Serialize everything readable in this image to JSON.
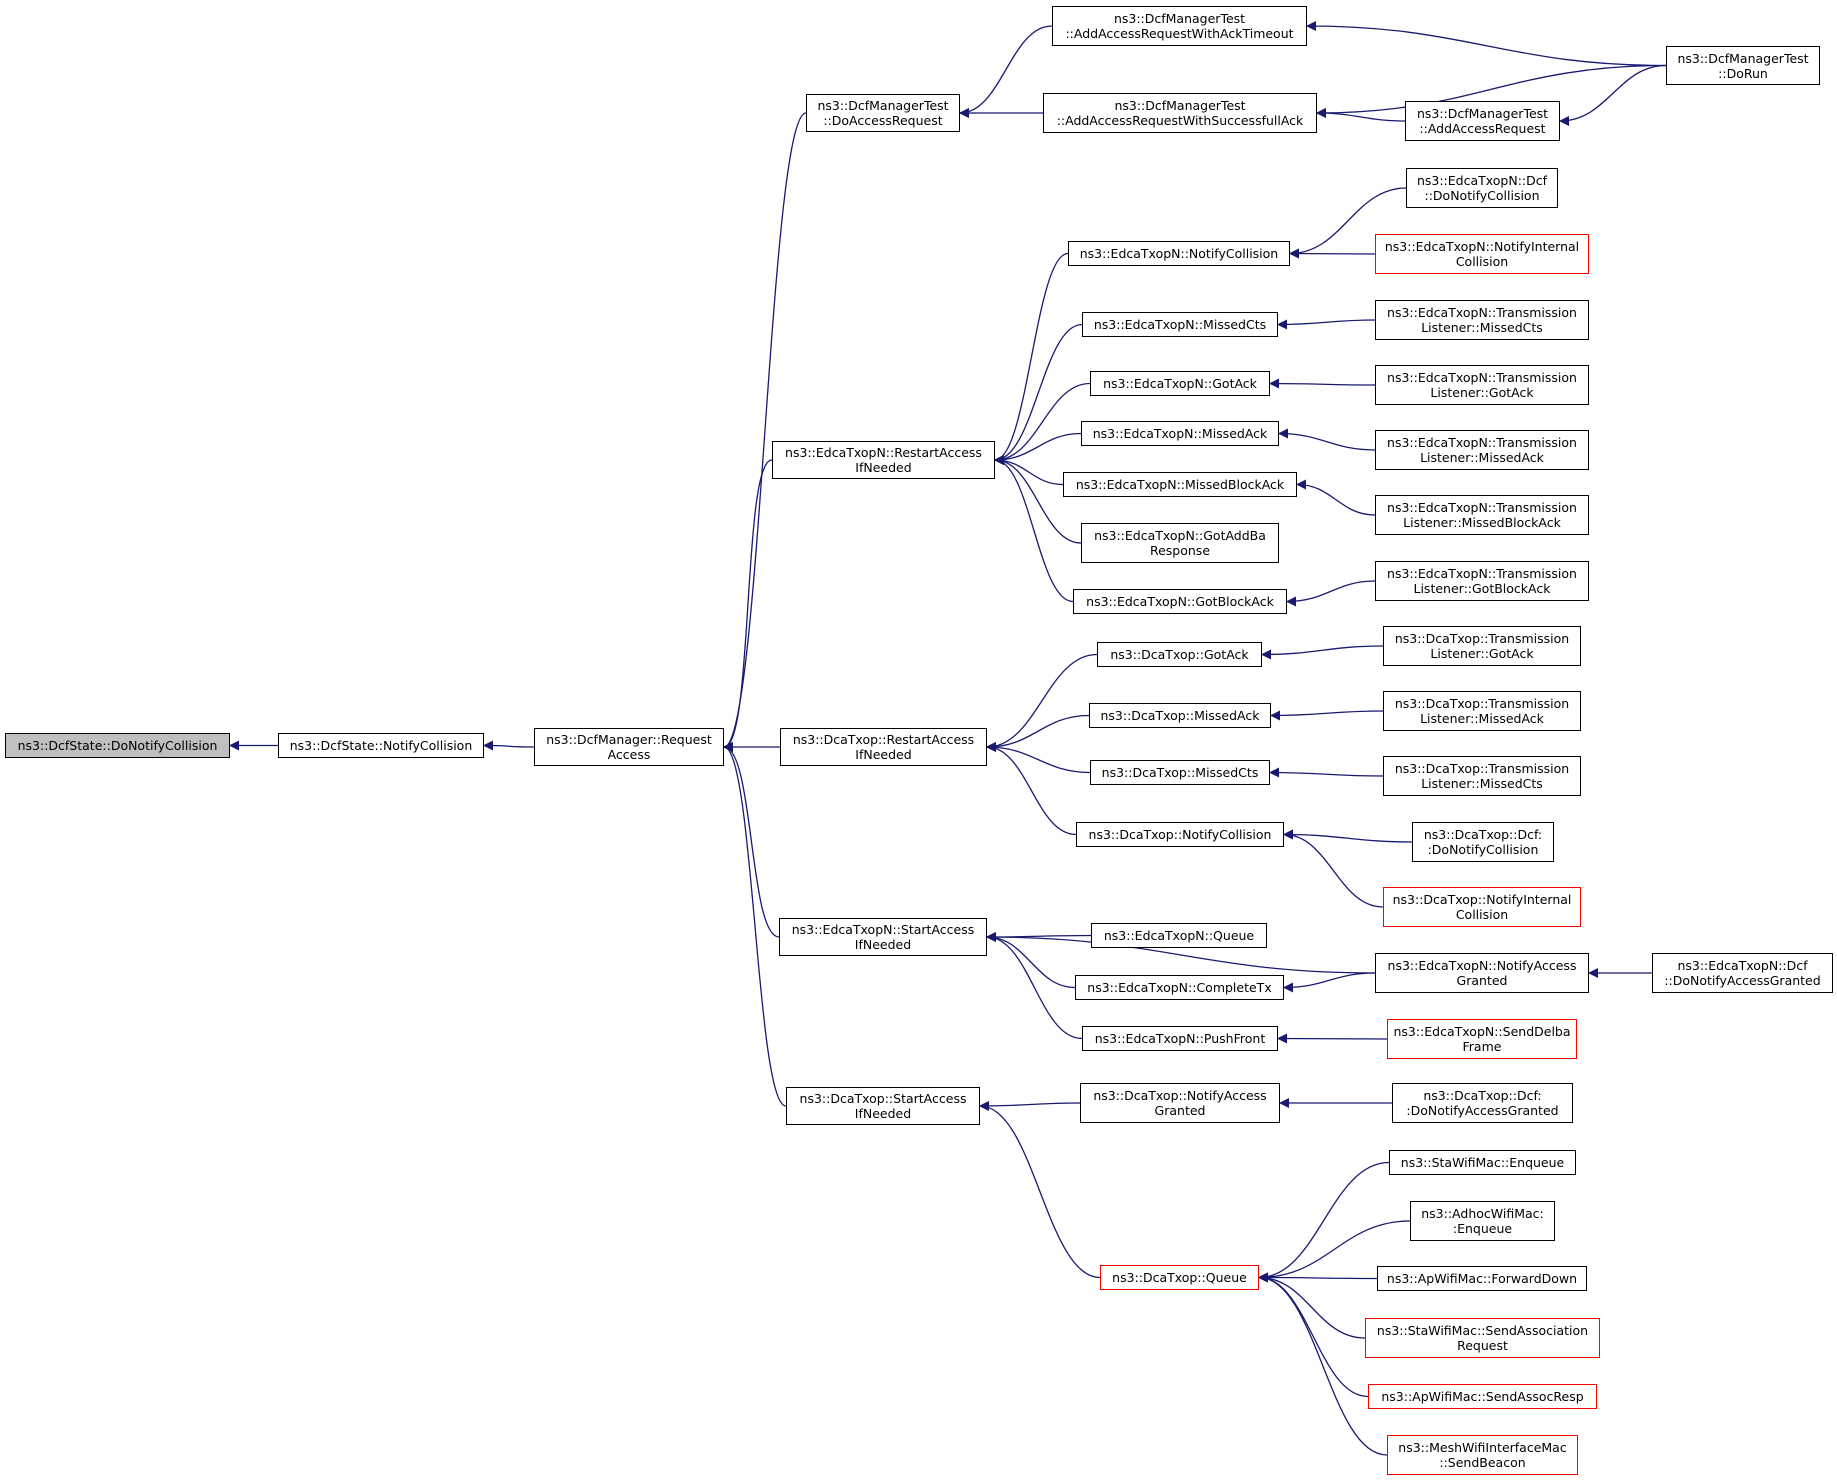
{
  "diagram": {
    "kind": "caller-graph",
    "colors": {
      "edge": "#191970",
      "node_border": "#000000",
      "truncated_border": "#ff0000",
      "root_fill": "#bfbfbf"
    },
    "nodes": {
      "n_root": {
        "lines": [
          "ns3::DcfState::DoNotifyCollision"
        ],
        "style": "grey"
      },
      "n_state_notify": {
        "lines": [
          "ns3::DcfState::NotifyCollision"
        ],
        "style": "normal"
      },
      "n_request_access": {
        "lines": [
          "ns3::DcfManager::Request",
          "Access"
        ],
        "style": "normal"
      },
      "n_test_doaccess": {
        "lines": [
          "ns3::DcfManagerTest",
          "::DoAccessRequest"
        ],
        "style": "normal"
      },
      "n_test_ackto": {
        "lines": [
          "ns3::DcfManagerTest",
          "::AddAccessRequestWithAckTimeout"
        ],
        "style": "normal"
      },
      "n_test_succack": {
        "lines": [
          "ns3::DcfManagerTest",
          "::AddAccessRequestWithSuccessfullAck"
        ],
        "style": "normal"
      },
      "n_test_addaccess": {
        "lines": [
          "ns3::DcfManagerTest",
          "::AddAccessRequest"
        ],
        "style": "normal"
      },
      "n_test_dorun": {
        "lines": [
          "ns3::DcfManagerTest",
          "::DoRun"
        ],
        "style": "normal"
      },
      "n_edca_restart": {
        "lines": [
          "ns3::EdcaTxopN::RestartAccess",
          "IfNeeded"
        ],
        "style": "normal"
      },
      "n_edca_notifycoll": {
        "lines": [
          "ns3::EdcaTxopN::NotifyCollision"
        ],
        "style": "normal"
      },
      "n_edca_dcf_donotify": {
        "lines": [
          "ns3::EdcaTxopN::Dcf",
          "::DoNotifyCollision"
        ],
        "style": "normal"
      },
      "n_edca_notifyinternal": {
        "lines": [
          "ns3::EdcaTxopN::NotifyInternal",
          "Collision"
        ],
        "style": "red"
      },
      "n_edca_missedcts": {
        "lines": [
          "ns3::EdcaTxopN::MissedCts"
        ],
        "style": "normal"
      },
      "n_edca_tl_missedcts": {
        "lines": [
          "ns3::EdcaTxopN::Transmission",
          "Listener::MissedCts"
        ],
        "style": "normal"
      },
      "n_edca_gotack": {
        "lines": [
          "ns3::EdcaTxopN::GotAck"
        ],
        "style": "normal"
      },
      "n_edca_tl_gotack": {
        "lines": [
          "ns3::EdcaTxopN::Transmission",
          "Listener::GotAck"
        ],
        "style": "normal"
      },
      "n_edca_missedack": {
        "lines": [
          "ns3::EdcaTxopN::MissedAck"
        ],
        "style": "normal"
      },
      "n_edca_tl_missedack": {
        "lines": [
          "ns3::EdcaTxopN::Transmission",
          "Listener::MissedAck"
        ],
        "style": "normal"
      },
      "n_edca_missedblockack": {
        "lines": [
          "ns3::EdcaTxopN::MissedBlockAck"
        ],
        "style": "normal"
      },
      "n_edca_tl_missedblockack": {
        "lines": [
          "ns3::EdcaTxopN::Transmission",
          "Listener::MissedBlockAck"
        ],
        "style": "normal"
      },
      "n_edca_gotaddba": {
        "lines": [
          "ns3::EdcaTxopN::GotAddBa",
          "Response"
        ],
        "style": "normal"
      },
      "n_edca_gotblockack": {
        "lines": [
          "ns3::EdcaTxopN::GotBlockAck"
        ],
        "style": "normal"
      },
      "n_edca_tl_gotblockack": {
        "lines": [
          "ns3::EdcaTxopN::Transmission",
          "Listener::GotBlockAck"
        ],
        "style": "normal"
      },
      "n_dca_restart": {
        "lines": [
          "ns3::DcaTxop::RestartAccess",
          "IfNeeded"
        ],
        "style": "normal"
      },
      "n_dca_gotack": {
        "lines": [
          "ns3::DcaTxop::GotAck"
        ],
        "style": "normal"
      },
      "n_dca_tl_gotack": {
        "lines": [
          "ns3::DcaTxop::Transmission",
          "Listener::GotAck"
        ],
        "style": "normal"
      },
      "n_dca_missedack": {
        "lines": [
          "ns3::DcaTxop::MissedAck"
        ],
        "style": "normal"
      },
      "n_dca_tl_missedack": {
        "lines": [
          "ns3::DcaTxop::Transmission",
          "Listener::MissedAck"
        ],
        "style": "normal"
      },
      "n_dca_missedcts": {
        "lines": [
          "ns3::DcaTxop::MissedCts"
        ],
        "style": "normal"
      },
      "n_dca_tl_missedcts": {
        "lines": [
          "ns3::DcaTxop::Transmission",
          "Listener::MissedCts"
        ],
        "style": "normal"
      },
      "n_dca_notifycoll": {
        "lines": [
          "ns3::DcaTxop::NotifyCollision"
        ],
        "style": "normal"
      },
      "n_dca_dcf_donotify": {
        "lines": [
          "ns3::DcaTxop::Dcf:",
          ":DoNotifyCollision"
        ],
        "style": "normal"
      },
      "n_dca_notifyinternal": {
        "lines": [
          "ns3::DcaTxop::NotifyInternal",
          "Collision"
        ],
        "style": "red"
      },
      "n_edca_startaccess": {
        "lines": [
          "ns3::EdcaTxopN::StartAccess",
          "IfNeeded"
        ],
        "style": "normal"
      },
      "n_edca_queue": {
        "lines": [
          "ns3::EdcaTxopN::Queue"
        ],
        "style": "normal"
      },
      "n_edca_completetx": {
        "lines": [
          "ns3::EdcaTxopN::CompleteTx"
        ],
        "style": "normal"
      },
      "n_edca_pushfront": {
        "lines": [
          "ns3::EdcaTxopN::PushFront"
        ],
        "style": "normal"
      },
      "n_edca_notifyaccess": {
        "lines": [
          "ns3::EdcaTxopN::NotifyAccess",
          "Granted"
        ],
        "style": "normal"
      },
      "n_edca_dcf_donotifyaccess": {
        "lines": [
          "ns3::EdcaTxopN::Dcf",
          "::DoNotifyAccessGranted"
        ],
        "style": "normal"
      },
      "n_edca_senddelba": {
        "lines": [
          "ns3::EdcaTxopN::SendDelba",
          "Frame"
        ],
        "style": "red"
      },
      "n_dca_startaccess": {
        "lines": [
          "ns3::DcaTxop::StartAccess",
          "IfNeeded"
        ],
        "style": "normal"
      },
      "n_dca_notifyaccess": {
        "lines": [
          "ns3::DcaTxop::NotifyAccess",
          "Granted"
        ],
        "style": "normal"
      },
      "n_dca_dcf_donotifyaccess": {
        "lines": [
          "ns3::DcaTxop::Dcf:",
          ":DoNotifyAccessGranted"
        ],
        "style": "normal"
      },
      "n_dca_queue": {
        "lines": [
          "ns3::DcaTxop::Queue"
        ],
        "style": "red"
      },
      "n_sta_enqueue": {
        "lines": [
          "ns3::StaWifiMac::Enqueue"
        ],
        "style": "normal"
      },
      "n_adhoc_enqueue": {
        "lines": [
          "ns3::AdhocWifiMac:",
          ":Enqueue"
        ],
        "style": "normal"
      },
      "n_ap_forwarddown": {
        "lines": [
          "ns3::ApWifiMac::ForwardDown"
        ],
        "style": "normal"
      },
      "n_sta_sendassoc": {
        "lines": [
          "ns3::StaWifiMac::SendAssociation",
          "Request"
        ],
        "style": "red"
      },
      "n_ap_sendassocresp": {
        "lines": [
          "ns3::ApWifiMac::SendAssocResp"
        ],
        "style": "red"
      },
      "n_mesh_sendbeacon": {
        "lines": [
          "ns3::MeshWifiInterfaceMac",
          "::SendBeacon"
        ],
        "style": "red"
      }
    },
    "edges": [
      [
        "n_state_notify",
        "n_root"
      ],
      [
        "n_request_access",
        "n_state_notify"
      ],
      [
        "n_test_doaccess",
        "n_request_access"
      ],
      [
        "n_test_ackto",
        "n_test_doaccess"
      ],
      [
        "n_test_succack",
        "n_test_doaccess"
      ],
      [
        "n_test_dorun",
        "n_test_ackto"
      ],
      [
        "n_test_dorun",
        "n_test_succack"
      ],
      [
        "n_test_addaccess",
        "n_test_succack"
      ],
      [
        "n_test_dorun",
        "n_test_addaccess"
      ],
      [
        "n_edca_restart",
        "n_request_access"
      ],
      [
        "n_edca_notifycoll",
        "n_edca_restart"
      ],
      [
        "n_edca_dcf_donotify",
        "n_edca_notifycoll"
      ],
      [
        "n_edca_notifyinternal",
        "n_edca_notifycoll"
      ],
      [
        "n_edca_missedcts",
        "n_edca_restart"
      ],
      [
        "n_edca_tl_missedcts",
        "n_edca_missedcts"
      ],
      [
        "n_edca_gotack",
        "n_edca_restart"
      ],
      [
        "n_edca_tl_gotack",
        "n_edca_gotack"
      ],
      [
        "n_edca_missedack",
        "n_edca_restart"
      ],
      [
        "n_edca_tl_missedack",
        "n_edca_missedack"
      ],
      [
        "n_edca_missedblockack",
        "n_edca_restart"
      ],
      [
        "n_edca_tl_missedblockack",
        "n_edca_missedblockack"
      ],
      [
        "n_edca_gotaddba",
        "n_edca_restart"
      ],
      [
        "n_edca_gotblockack",
        "n_edca_restart"
      ],
      [
        "n_edca_tl_gotblockack",
        "n_edca_gotblockack"
      ],
      [
        "n_dca_restart",
        "n_request_access"
      ],
      [
        "n_dca_gotack",
        "n_dca_restart"
      ],
      [
        "n_dca_tl_gotack",
        "n_dca_gotack"
      ],
      [
        "n_dca_missedack",
        "n_dca_restart"
      ],
      [
        "n_dca_tl_missedack",
        "n_dca_missedack"
      ],
      [
        "n_dca_missedcts",
        "n_dca_restart"
      ],
      [
        "n_dca_tl_missedcts",
        "n_dca_missedcts"
      ],
      [
        "n_dca_notifycoll",
        "n_dca_restart"
      ],
      [
        "n_dca_dcf_donotify",
        "n_dca_notifycoll"
      ],
      [
        "n_dca_notifyinternal",
        "n_dca_notifycoll"
      ],
      [
        "n_edca_startaccess",
        "n_request_access"
      ],
      [
        "n_edca_queue",
        "n_edca_startaccess"
      ],
      [
        "n_edca_completetx",
        "n_edca_startaccess"
      ],
      [
        "n_edca_pushfront",
        "n_edca_startaccess"
      ],
      [
        "n_edca_notifyaccess",
        "n_edca_startaccess"
      ],
      [
        "n_edca_notifyaccess",
        "n_edca_completetx"
      ],
      [
        "n_edca_dcf_donotifyaccess",
        "n_edca_notifyaccess"
      ],
      [
        "n_edca_senddelba",
        "n_edca_pushfront"
      ],
      [
        "n_dca_startaccess",
        "n_request_access"
      ],
      [
        "n_dca_notifyaccess",
        "n_dca_startaccess"
      ],
      [
        "n_dca_dcf_donotifyaccess",
        "n_dca_notifyaccess"
      ],
      [
        "n_dca_queue",
        "n_dca_startaccess"
      ],
      [
        "n_sta_enqueue",
        "n_dca_queue"
      ],
      [
        "n_adhoc_enqueue",
        "n_dca_queue"
      ],
      [
        "n_ap_forwarddown",
        "n_dca_queue"
      ],
      [
        "n_sta_sendassoc",
        "n_dca_queue"
      ],
      [
        "n_ap_sendassocresp",
        "n_dca_queue"
      ],
      [
        "n_mesh_sendbeacon",
        "n_dca_queue"
      ]
    ]
  }
}
